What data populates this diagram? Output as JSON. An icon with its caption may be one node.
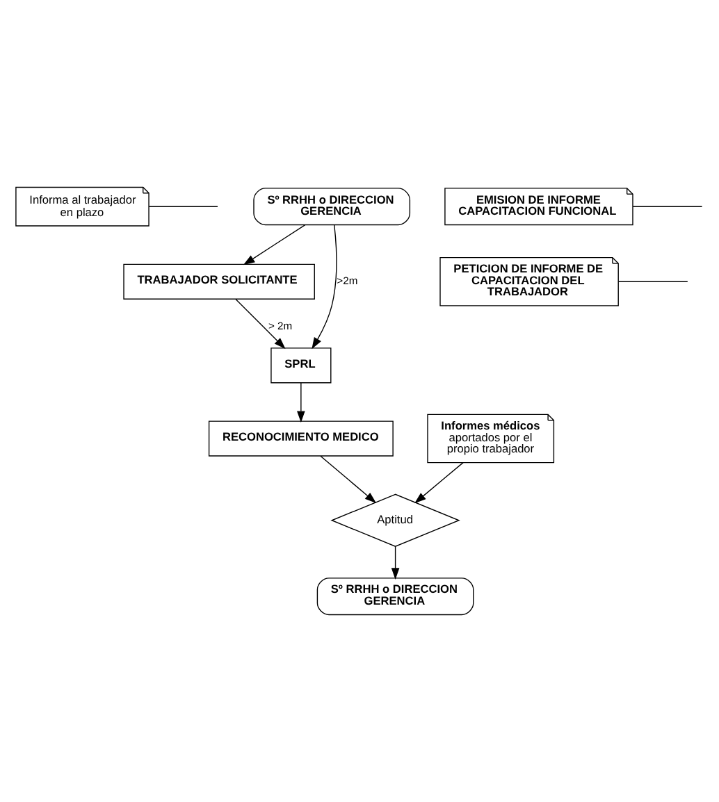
{
  "diagram": {
    "nodes": [
      {
        "text": [
          "Informa al trabajador en plazo"
        ]
      },
      {
        "text": [
          "Sº RRHH o DIRECCION GERENCIA"
        ]
      },
      {
        "text": [
          "TRABAJADOR SOLICITANTE"
        ]
      },
      {
        "text": [
          "PETICION DE INFORME DE CAPACITACION DEL TRABAJADOR"
        ]
      },
      {
        "text": [
          "SPRL"
        ]
      },
      {
        "text": [
          "RECONOCIMIENTO MEDICO"
        ]
      },
      {
        "text": [
          "Informes médicos",
          "aportados por el propio trabajador"
        ]
      },
      {
        "text": [
          "Aptitud"
        ]
      },
      {
        "text": [
          "EMISION DE INFORME CAPACITACION FUNCIONAL"
        ]
      },
      {
        "text": [
          "Sº RRHH o DIRECCION GERENCIA"
        ]
      }
    ],
    "edges": [
      {
        "from": 1,
        "to": 2,
        "arrow": "to"
      },
      {
        "from": 0,
        "to": null,
        "arrow": "none"
      },
      {
        "from": 2,
        "to": 4,
        "arrow": "to",
        "label": "> 2m"
      },
      {
        "from": 1,
        "to": 4,
        "arrow": "to",
        "label": ">2m"
      },
      {
        "from": 3,
        "to": null,
        "arrow": "none"
      },
      {
        "from": 4,
        "to": 5,
        "arrow": "to"
      },
      {
        "from": 5,
        "to": 7,
        "arrow": "to"
      },
      {
        "from": 6,
        "to": 7,
        "arrow": "to"
      },
      {
        "from": 7,
        "to": 9,
        "arrow": "to"
      },
      {
        "from": 8,
        "to": null,
        "arrow": "none"
      }
    ]
  }
}
